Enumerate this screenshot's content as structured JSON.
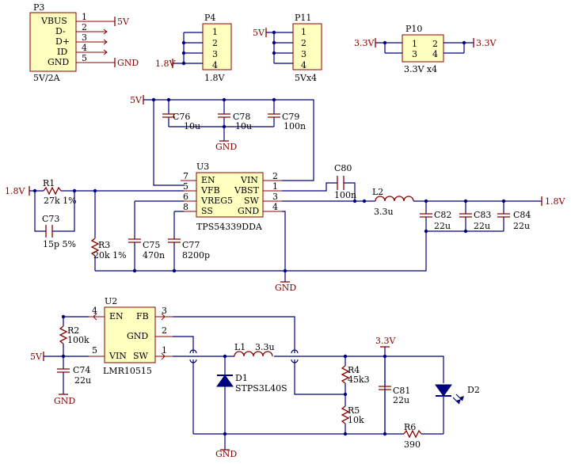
{
  "connectors": {
    "p3": {
      "ref": "P3",
      "value": "5V/2A",
      "pins": [
        "VBUS",
        "D-",
        "D+",
        "ID",
        "GND"
      ],
      "nums": [
        "1",
        "2",
        "3",
        "4",
        "5"
      ]
    },
    "p4": {
      "ref": "P4",
      "value": "1.8V",
      "nums": [
        "1",
        "2",
        "3",
        "4"
      ]
    },
    "p11": {
      "ref": "P11",
      "value": "5Vx4",
      "nums": [
        "1",
        "2",
        "3",
        "4"
      ]
    },
    "p10": {
      "ref": "P10",
      "value": "3.3V x4",
      "nums": [
        "1",
        "2",
        "3",
        "4"
      ]
    }
  },
  "u3": {
    "ref": "U3",
    "part": "TPS54339DDA",
    "left_pins": [
      "EN",
      "VFB",
      "VREG5",
      "SS"
    ],
    "left_nums": [
      "7",
      "5",
      "6",
      "8"
    ],
    "right_pins": [
      "VIN",
      "VBST",
      "SW",
      "GND"
    ],
    "right_nums": [
      "2",
      "1",
      "3",
      "4"
    ]
  },
  "u2": {
    "ref": "U2",
    "part": "LMR10515",
    "left_pins": [
      "EN",
      "VIN"
    ],
    "left_nums": [
      "4",
      "5"
    ],
    "right_pins": [
      "FB",
      "GND",
      "SW"
    ],
    "right_nums": [
      "3",
      "2",
      "1"
    ]
  },
  "parts": {
    "c76": {
      "ref": "C76",
      "val": "10u"
    },
    "c78": {
      "ref": "C78",
      "val": "10u"
    },
    "c79": {
      "ref": "C79",
      "val": "100n"
    },
    "c80": {
      "ref": "C80",
      "val": "100n"
    },
    "c73": {
      "ref": "C73",
      "val": "15p 5%"
    },
    "c75": {
      "ref": "C75",
      "val": "470n"
    },
    "c77": {
      "ref": "C77",
      "val": "8200p"
    },
    "c82": {
      "ref": "C82",
      "val": "22u"
    },
    "c83": {
      "ref": "C83",
      "val": "22u"
    },
    "c84": {
      "ref": "C84",
      "val": "22u"
    },
    "c74": {
      "ref": "C74",
      "val": "22u"
    },
    "c81": {
      "ref": "C81",
      "val": "22u"
    },
    "r1": {
      "ref": "R1",
      "val": "27k 1%"
    },
    "r3": {
      "ref": "R3",
      "val": "20k 1%"
    },
    "r2": {
      "ref": "R2",
      "val": "100k"
    },
    "r4": {
      "ref": "R4",
      "val": "45k3"
    },
    "r5": {
      "ref": "R5",
      "val": "10k"
    },
    "r6": {
      "ref": "R6",
      "val": "390"
    },
    "l1": {
      "ref": "L1",
      "val": "3.3u"
    },
    "l2": {
      "ref": "L2",
      "val": "3.3u"
    },
    "d1": {
      "ref": "D1",
      "val": "STPS3L40S"
    },
    "d2": {
      "ref": "D2"
    }
  },
  "nets": {
    "v5": "5V",
    "v18": "1.8V",
    "v33": "3.3V",
    "gnd": "GND"
  }
}
